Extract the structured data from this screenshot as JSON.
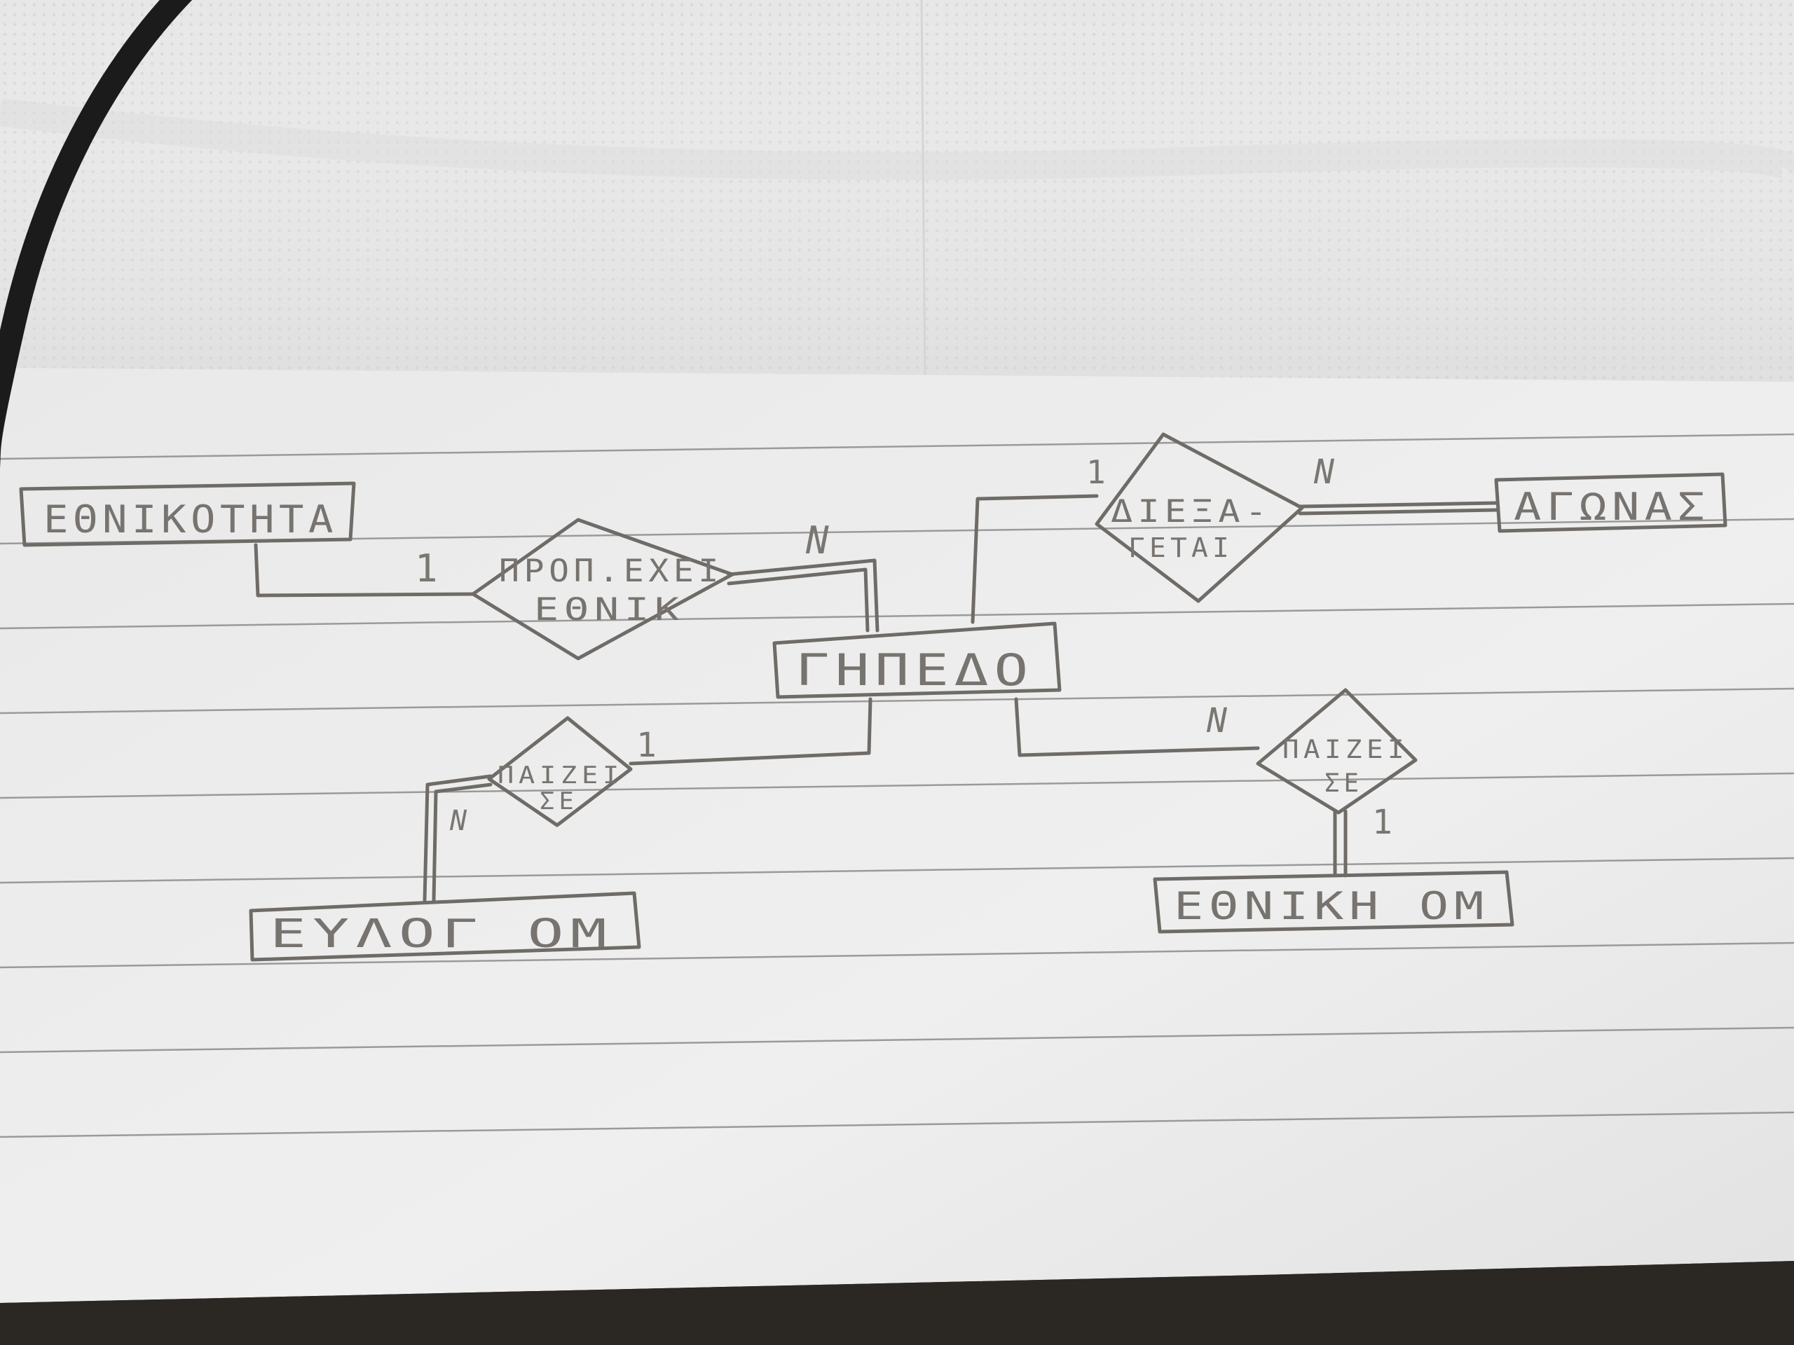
{
  "colors": {
    "tissue": "#e6e6e6",
    "paper": "#ebebeb",
    "rule": "#9a9a9a",
    "pencil": "#6f6b67",
    "cable": "#1b1b1b",
    "table": "#2e2a26"
  },
  "diagram": {
    "entities": {
      "ethnikotita": "ΕΘΝΙΚΟΤΗΤΑ",
      "gipedo": "ΓΗΠΕΔΟ",
      "agonas": "ΑΓΩΝΑΣ",
      "eylog_om": "ΕΥΛΟΓ ΟΜ",
      "ethniki_om": "ΕΘΝΙΚΗ ΟΜ"
    },
    "relationships": {
      "prop_exei": {
        "line1": "ΠΡΟΠ.ΕΧΕΙ",
        "line2": "ΕΘΝΙΚ"
      },
      "diexagetai": {
        "line1": "ΔΙΕΞΑ-",
        "line2": "ΓΕΤΑΙ"
      },
      "paizei_se_left": {
        "line1": "ΠΑΙΖΕΙ",
        "line2": "ΣΕ"
      },
      "paizei_se_right": {
        "line1": "ΠΑΙΖΕΙ",
        "line2": "ΣΕ"
      }
    },
    "cardinalities": {
      "prop_exei_ethnikotita": "1",
      "prop_exei_gipedo": "N",
      "diexagetai_gipedo": "1",
      "diexagetai_agonas": "N",
      "paizei_left_gipedo": "1",
      "paizei_left_eylog": "N",
      "paizei_right_gipedo": "N",
      "paizei_right_ethniki": "1"
    }
  }
}
